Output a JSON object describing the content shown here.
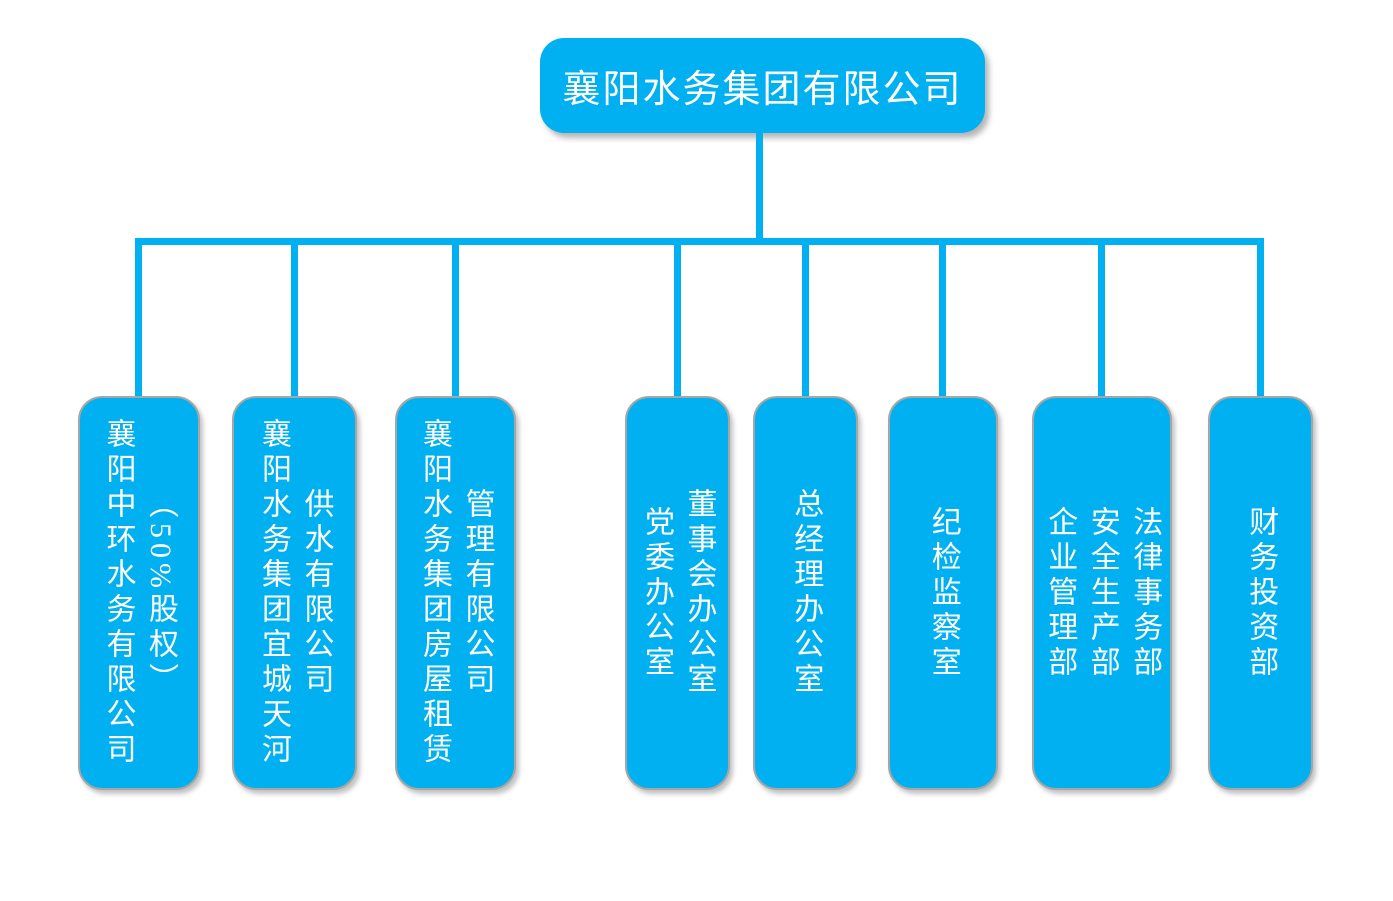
{
  "org_chart": {
    "type": "org-chart",
    "root": {
      "label": "襄阳水务集团有限公司"
    },
    "children": [
      {
        "label": "襄阳中环水务有限公司（50%股权）",
        "columns": [
          "襄阳中环水务有限公司",
          "（50%股权）"
        ]
      },
      {
        "label": "襄阳水务集团宜城天河供水有限公司",
        "columns": [
          "襄阳水务集团宜城天河",
          "供水有限公司"
        ]
      },
      {
        "label": "襄阳水务集团房屋租赁管理有限公司",
        "columns": [
          "襄阳水务集团房屋租赁",
          "管理有限公司"
        ]
      },
      {
        "label": "党委办公室 董事会办公室",
        "columns": [
          "党委办公室",
          "董事会办公室"
        ]
      },
      {
        "label": "总经理办公室",
        "columns": [
          "总经理办公室"
        ]
      },
      {
        "label": "纪检监察室",
        "columns": [
          "纪检监察室"
        ]
      },
      {
        "label": "企业管理部 安全生产部 法律事务部",
        "columns": [
          "企业管理部",
          "安全生产部",
          "法律事务部"
        ]
      },
      {
        "label": "财务投资部",
        "columns": [
          "财务投资部"
        ]
      }
    ],
    "colors": {
      "node_fill": "#00b0f0",
      "connector": "#00b0f0",
      "text": "#ffffff",
      "node_border": "#a6a6a6",
      "background": "#ffffff"
    }
  }
}
